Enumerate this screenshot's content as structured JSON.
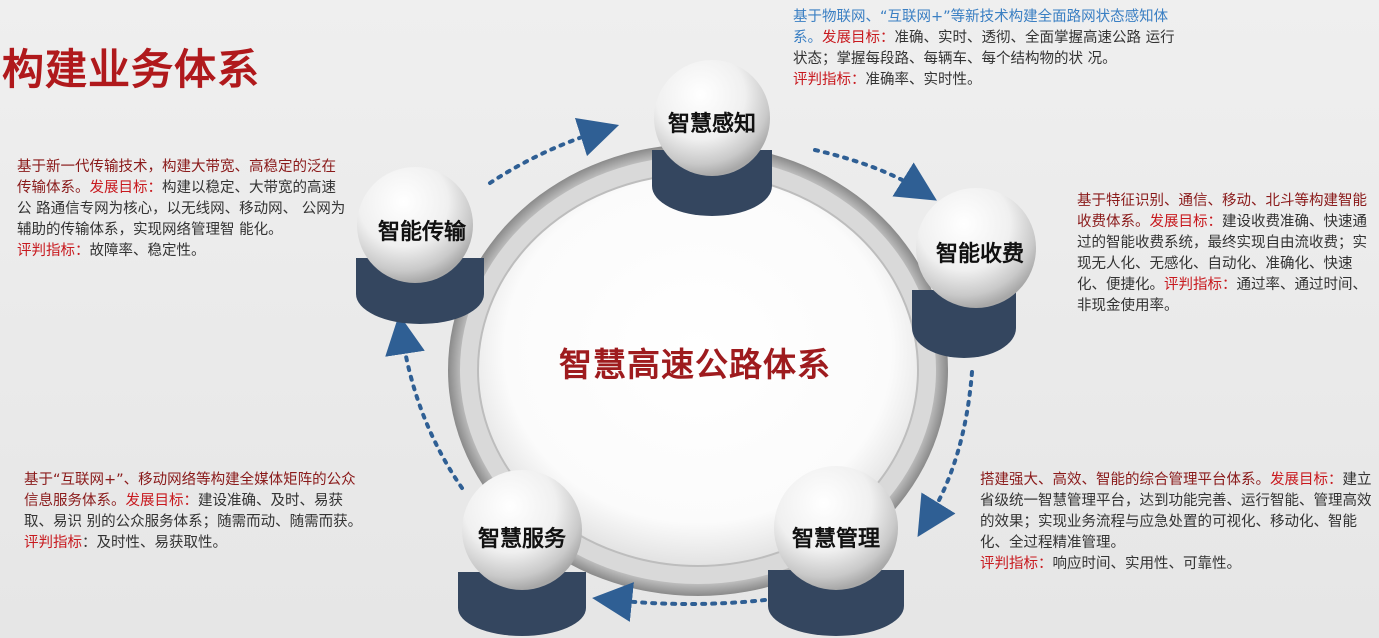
{
  "page_title": "构建业务体系",
  "center_label": "智慧高速公路体系",
  "nodes": {
    "perception": "智慧感知",
    "toll": "智能收费",
    "management": "智慧管理",
    "service": "智慧服务",
    "transmission": "智能传输"
  },
  "texts": {
    "perception": {
      "intro": "基于物联网、“互联网+”等新技术构建全面路网状态感知体系。",
      "goal_label": "发展目标：",
      "goal": "准确、实时、透彻、全面掌握高速公路 运行状态；掌握每段路、每辆车、每个结构物的状 况。",
      "index_label": "评判指标：",
      "index": "准确率、实时性。"
    },
    "toll": {
      "intro": "基于特征识别、通信、移动、北斗等构建智能收费体系。",
      "goal_label": "发展目标：",
      "goal": "建设收费准确、快速通过的智能收费系统，最终实现自由流收费；实现无人化、无感化、自动化、准确化、快速化、便捷化。",
      "index_label": "评判指标：",
      "index": "通过率、通过时间、非现金使用率。"
    },
    "management": {
      "intro": "搭建强大、高效、智能的综合管理平台体系。",
      "goal_label": "发展目标：",
      "goal": "建立省级统一智慧管理平台，达到功能完善、运行智能、管理高效的效果；实现业务流程与应急处置的可视化、移动化、智能化、全过程精准管理。",
      "index_label": "评判指标：",
      "index": "响应时间、实用性、可靠性。"
    },
    "service": {
      "intro": "基于“互联网+”、移动网络等构建全媒体矩阵的公众信息服务体系。",
      "goal_label": "发展目标：",
      "goal": "建设准确、及时、易获取、易识 别的公众服务体系；随需而动、随需而获。",
      "index_label": "评判指标",
      "index": "：及时性、易获取性。"
    },
    "transmission": {
      "intro": "基于新一代传输技术，构建大带宽、高稳定的泛在传输体系。",
      "goal_label": "发展目标：",
      "goal": "构建以稳定、大带宽的高速公 路通信专网为核心，以无线网、移动网、 公网为辅助的传输体系，实现网络管理智 能化。",
      "index_label": "评判指标：",
      "index": "故障率、稳定性。"
    }
  },
  "colors": {
    "title_red": "#b0191c",
    "navy": "#34465f",
    "highlight_red": "#c8191e",
    "highlight_blue": "#3a7fc3",
    "arrow_blue": "#2f5f94"
  }
}
